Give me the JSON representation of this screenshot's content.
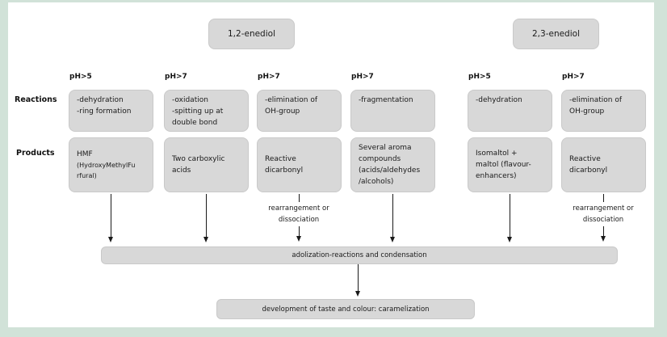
{
  "diagram": {
    "title_boxes": {
      "left": "1,2-enediol",
      "right": "2,3-enediol"
    },
    "row_labels": {
      "reactions": "Reactions",
      "products": "Products"
    },
    "columns": [
      {
        "ph": "pH>5",
        "reaction": "-dehydration\n-ring formation",
        "product": "HMF",
        "product_sub": "(HydroxyMethylFu\nrfural)"
      },
      {
        "ph": "pH>7",
        "reaction": "-oxidation\n-spitting up at\ndouble bond",
        "product": "Two carboxylic\nacids"
      },
      {
        "ph": "pH>7",
        "reaction": "-elimination of\nOH-group",
        "product": "Reactive\ndicarbonyl",
        "note": "rearrangement or\ndissociation"
      },
      {
        "ph": "pH>7",
        "reaction": "-fragmentation",
        "product": "Several aroma\ncompounds\n(acids/aldehydes\n/alcohols)"
      },
      {
        "ph": "pH>5",
        "reaction": "-dehydration",
        "product": "Isomaltol +\nmaltol (flavour-\nenhancers)"
      },
      {
        "ph": "pH>7",
        "reaction": "-elimination of\nOH-group",
        "product": "Reactive\ndicarbonyl",
        "note": "rearrangement or\ndissociation"
      }
    ],
    "footer": {
      "condensation": "adolization-reactions and condensation",
      "final": "development of taste and colour: caramelization"
    },
    "colors": {
      "background": "#d1e2d8",
      "panel": "#ffffff",
      "box_fill": "#d8d8d8",
      "box_border": "#c9c9c9",
      "text": "#1a1a1a"
    }
  }
}
